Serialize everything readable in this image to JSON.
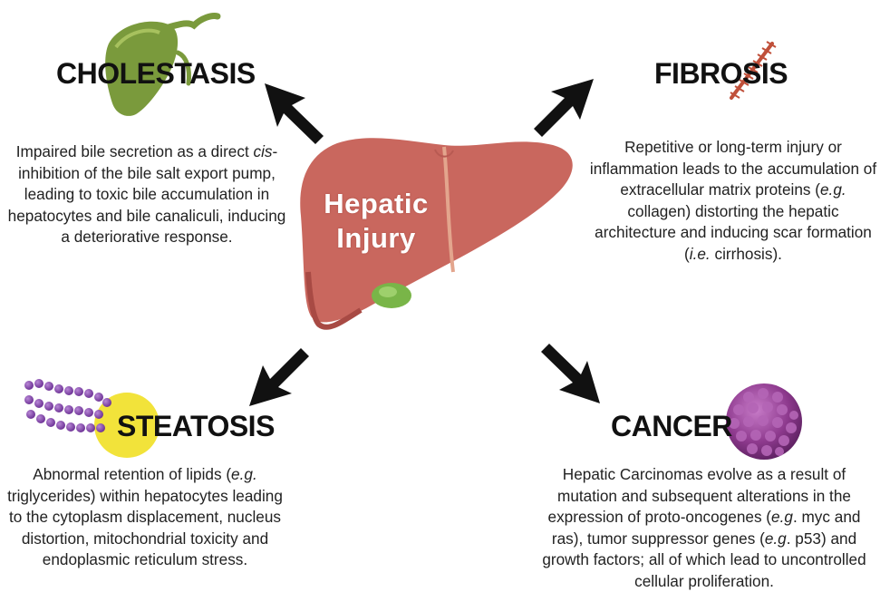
{
  "center": {
    "line1": "Hepatic",
    "line2": "Injury"
  },
  "cholestasis": {
    "title": "CHOLESTASIS",
    "text_a": "Impaired bile secretion as a direct ",
    "text_cis": "cis",
    "text_b": "-inhibition of the bile salt export pump, leading to toxic bile accumulation in hepatocytes and bile canaliculi, inducing a deteriorative response."
  },
  "fibrosis": {
    "title": "FIBROSIS",
    "text_a": "Repetitive or long-term injury or inflammation leads to the accumulation of extracellular matrix proteins (",
    "text_eg": "e.g.",
    "text_b": " collagen) distorting the hepatic architecture and inducing scar formation (",
    "text_ie": "i.e.",
    "text_c": " cirrhosis)."
  },
  "steatosis": {
    "title": "STEATOSIS",
    "text_a": "Abnormal retention of lipids (",
    "text_eg": "e.g.",
    "text_b": " triglycerides) within hepatocytes leading to the cytoplasm displacement, nucleus distortion, mitochondrial toxicity and endoplasmic reticulum stress."
  },
  "cancer": {
    "title": "CANCER",
    "text_a": "Hepatic Carcinomas evolve as a result of mutation and subsequent alterations in the expression of proto-oncogenes (",
    "text_eg1": "e.g",
    "text_b": ". myc and ras), tumor suppressor genes (",
    "text_eg2": "e.g",
    "text_c": ". p53) and growth factors; all of which lead to uncontrolled cellular proliferation."
  },
  "colors": {
    "liver": "#c9675e",
    "liver_dark": "#a84a44",
    "gallbladder": "#7a9a3c",
    "lipid": "#7b3fa0",
    "droplet": "#f2e33a",
    "tumor": "#8e3a8e",
    "scar": "#c0503a"
  },
  "icons": [
    "gallbladder-icon",
    "scar-icon",
    "lipid-chain-icon",
    "tumor-icon",
    "liver-icon"
  ]
}
